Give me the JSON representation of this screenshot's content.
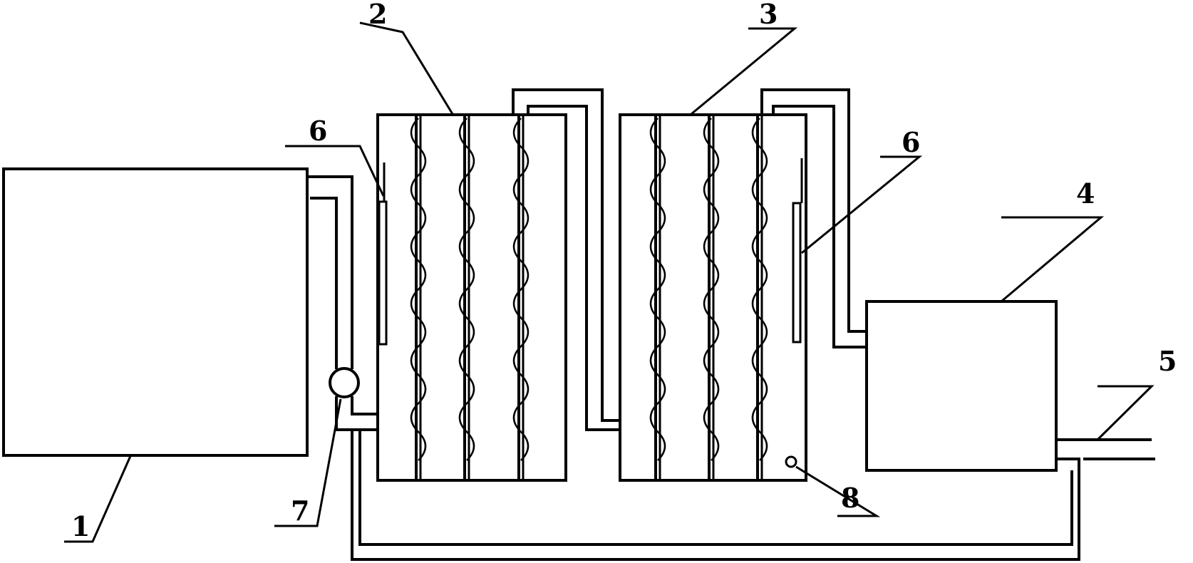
{
  "labels": {
    "tank_1": "1",
    "reactor_2": "2",
    "reactor_3": "3",
    "tank_4": "4",
    "outlet_5": "5",
    "sensor_6_left": "6",
    "sensor_6_right": "6",
    "pump_7": "7",
    "port_8": "8"
  }
}
